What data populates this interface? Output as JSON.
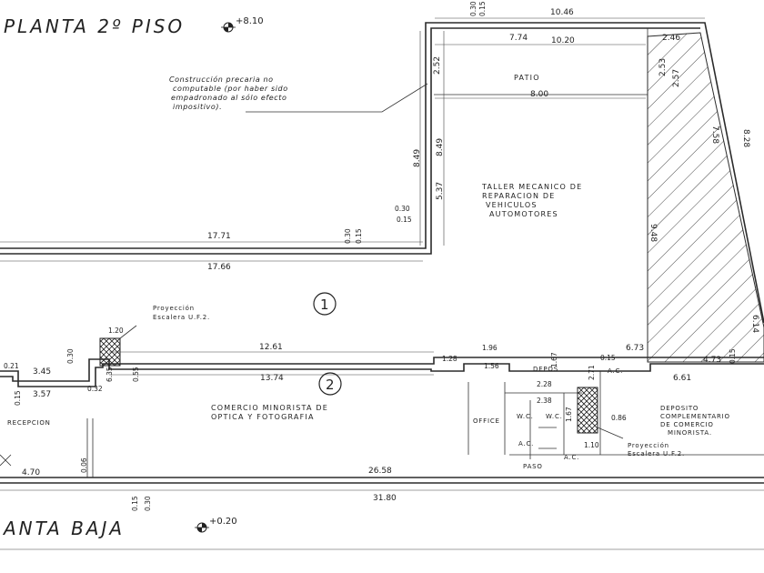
{
  "titles": {
    "upper_floor": "PLANTA 2º PISO",
    "upper_level": "+8.10",
    "ground_floor": "ANTA BAJA",
    "ground_level": "+0.20"
  },
  "notes": {
    "precarious_1": "Construcción precaria no",
    "precarious_2": "computable (por haber sido",
    "precarious_3": "empadronado al sólo efecto",
    "precarious_4": "impositivo)."
  },
  "rooms": {
    "patio": "PATIO",
    "taller_1": "TALLER MECANICO DE",
    "taller_2": "REPARACION DE",
    "taller_3": "VEHICULOS",
    "taller_4": "AUTOMOTORES",
    "comercio_1": "COMERCIO MINORISTA DE",
    "comercio_2": "OPTICA Y FOTOGRAFIA",
    "recepcion": "RECEPCION",
    "office": "OFFICE",
    "deposito_short": "DEPOS",
    "wc_1": "W.C.",
    "wc_2": "W.C.",
    "ac_1": "A.C.",
    "ac_2": "A.C.",
    "ac_3": "A.C.",
    "paso": "PASO",
    "deposito_1": "DEPOSITO",
    "deposito_2": "COMPLEMENTARIO",
    "deposito_3": "DE COMERCIO",
    "deposito_4": "MINORISTA.",
    "proyeccion_1": "Proyección",
    "proyeccion_2": "Escalera U.F.2.",
    "proyeccion_3": "Proyección",
    "proyeccion_4": "Escalera U.F.2."
  },
  "unit_numbers": {
    "uf1": "1",
    "uf2": "2"
  },
  "dimensions": {
    "d_1046": "10.46",
    "d_774": "7.74",
    "d_1020": "10.20",
    "d_246": "2.46",
    "d_252": "2.52",
    "d_253": "2.53",
    "d_257": "2.57",
    "d_800": "8.00",
    "d_849a": "8.49",
    "d_849b": "8.49",
    "d_537": "5.37",
    "d_030a": "0.30",
    "d_015a": "0.15",
    "d_015top": "0.15",
    "d_030top": "0.30",
    "d_1771": "17.71",
    "d_1766": "17.66",
    "d_030b": "0.30",
    "d_015b": "0.15",
    "d_758": "7.58",
    "d_948": "9.48",
    "d_828": "8.28",
    "d_614": "6.14",
    "d_120": "1.20",
    "d_1261": "12.61",
    "d_1374": "13.74",
    "d_345": "3.45",
    "d_357": "3.57",
    "d_021": "0.21",
    "d_030c": "0.30",
    "d_015c": "0.15",
    "d_055": "0.55",
    "d_635": "6.35",
    "d_032": "0.32",
    "d_128": "1.28",
    "d_196": "1.96",
    "d_156": "1.56",
    "d_228": "2.28",
    "d_238": "2.38",
    "d_167a": "1.67",
    "d_167b": "1.67",
    "d_271": "2.71",
    "d_673": "6.73",
    "d_661": "6.61",
    "d_473": "4.73",
    "d_015d": "0.15",
    "d_015e": "0.15",
    "d_086": "0.86",
    "d_110": "1.10",
    "d_470": "4.70",
    "d_2658": "26.58",
    "d_3180": "31.80",
    "d_006": "0.06",
    "d_015f": "0.15",
    "d_030d": "0.30"
  },
  "colors": {
    "line": "#2b2b2b",
    "paper": "#ffffff",
    "hatch": "#333333"
  }
}
